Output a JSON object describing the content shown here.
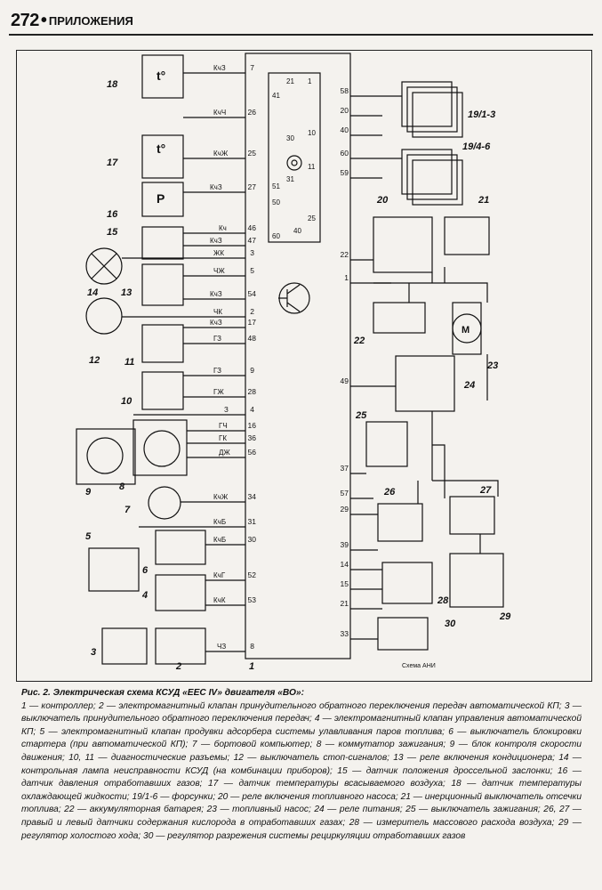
{
  "header": {
    "page_number": "272",
    "separator": "•",
    "section": "ПРИЛОЖЕНИЯ"
  },
  "schema_label": "Схема АНИ",
  "connector_pins": [
    "21",
    "1",
    "41",
    "30",
    "10",
    "31",
    "11",
    "51",
    "50",
    "25",
    "60",
    "40"
  ],
  "numbers": {
    "left": [
      "18",
      "17",
      "16",
      "15",
      "14",
      "13",
      "12",
      "11",
      "10",
      "9",
      "8",
      "7",
      "5",
      "6",
      "4",
      "3",
      "2",
      "1"
    ],
    "right": [
      "19/1-3",
      "19/4-6",
      "20",
      "21",
      "22",
      "23",
      "24",
      "25",
      "26",
      "27",
      "28",
      "29",
      "30"
    ]
  },
  "labels": {
    "t": "t°",
    "p": "P",
    "m": "M"
  },
  "pins_left": [
    {
      "n": "7",
      "wire": "КчЗ"
    },
    {
      "n": "26",
      "wire": "КчЧ"
    },
    {
      "n": "25",
      "wire": "КчЖ"
    },
    {
      "n": "27",
      "wire": "КчЗ"
    },
    {
      "n": "46",
      "wire": "Кч"
    },
    {
      "n": "47",
      "wire": "КчЗ"
    },
    {
      "n": "3",
      "wire": "ЖК"
    },
    {
      "n": "5",
      "wire": "ЧЖ"
    },
    {
      "n": "54",
      "wire": "КчЗ"
    },
    {
      "n": "2",
      "wire": "ЧК"
    },
    {
      "n": "17",
      "wire": "КчЗ"
    },
    {
      "n": "48",
      "wire": "ГЗ"
    },
    {
      "n": "9",
      "wire": "ГЗ"
    },
    {
      "n": "28",
      "wire": "ГЖ"
    },
    {
      "n": "4",
      "wire": "З"
    },
    {
      "n": "16",
      "wire": "ГЧ"
    },
    {
      "n": "36",
      "wire": "ГК"
    },
    {
      "n": "56",
      "wire": "ДЖ"
    },
    {
      "n": "34",
      "wire": "КчЖ"
    },
    {
      "n": "31",
      "wire": "КчБ"
    },
    {
      "n": "30",
      "wire": "КчБ"
    },
    {
      "n": "52",
      "wire": "КчГ"
    },
    {
      "n": "53",
      "wire": "КчК"
    },
    {
      "n": "8",
      "wire": "ЧЗ"
    }
  ],
  "pins_right": [
    "58",
    "20",
    "40",
    "60",
    "59",
    "22",
    "1",
    "49",
    "37",
    "57",
    "29",
    "39",
    "14",
    "15",
    "21",
    "33"
  ],
  "caption": {
    "title": "Рис. 2. Электрическая схема КСУД «EEC IV» двигателя «ВО»:",
    "text": "1 — контроллер; 2 — электромагнитный клапан принудительного обратного переключения передач автоматической КП; 3 — выключатель принудительного обратного переключения передач; 4 — электромагнитный клапан управления автоматической КП; 5 — электромагнитный клапан продувки адсорбера системы улавливания паров топлива; 6 — выключатель блокировки стартера (при автоматической КП); 7 — бортовой компьютер; 8 — коммутатор зажигания; 9 — блок контроля скорости движения; 10, 11 — диагностические разъемы; 12 — выключатель стоп-сигналов; 13 — реле включения кондиционера; 14 — контрольная лампа неисправности КСУД (на комбинации приборов); 15 — датчик положения дроссельной заслонки; 16 — датчик давления отработавших газов; 17 — датчик температуры всасываемого воздуха; 18 — датчик температуры охлаждающей жидкости; 19/1-6 — форсунки; 20 — реле включения топливного насоса; 21 — инерционный выключатель отсечки топлива; 22 — аккумуляторная батарея; 23 — топливный насос; 24 — реле питания; 25 — выключатель зажигания; 26, 27 — правый и левый датчики содержания кислорода в отработавших газах; 28 — измеритель массового расхода воздуха; 29 — регулятор холостого хода; 30 — регулятор разрежения системы рециркуляции отработавших газов"
  }
}
